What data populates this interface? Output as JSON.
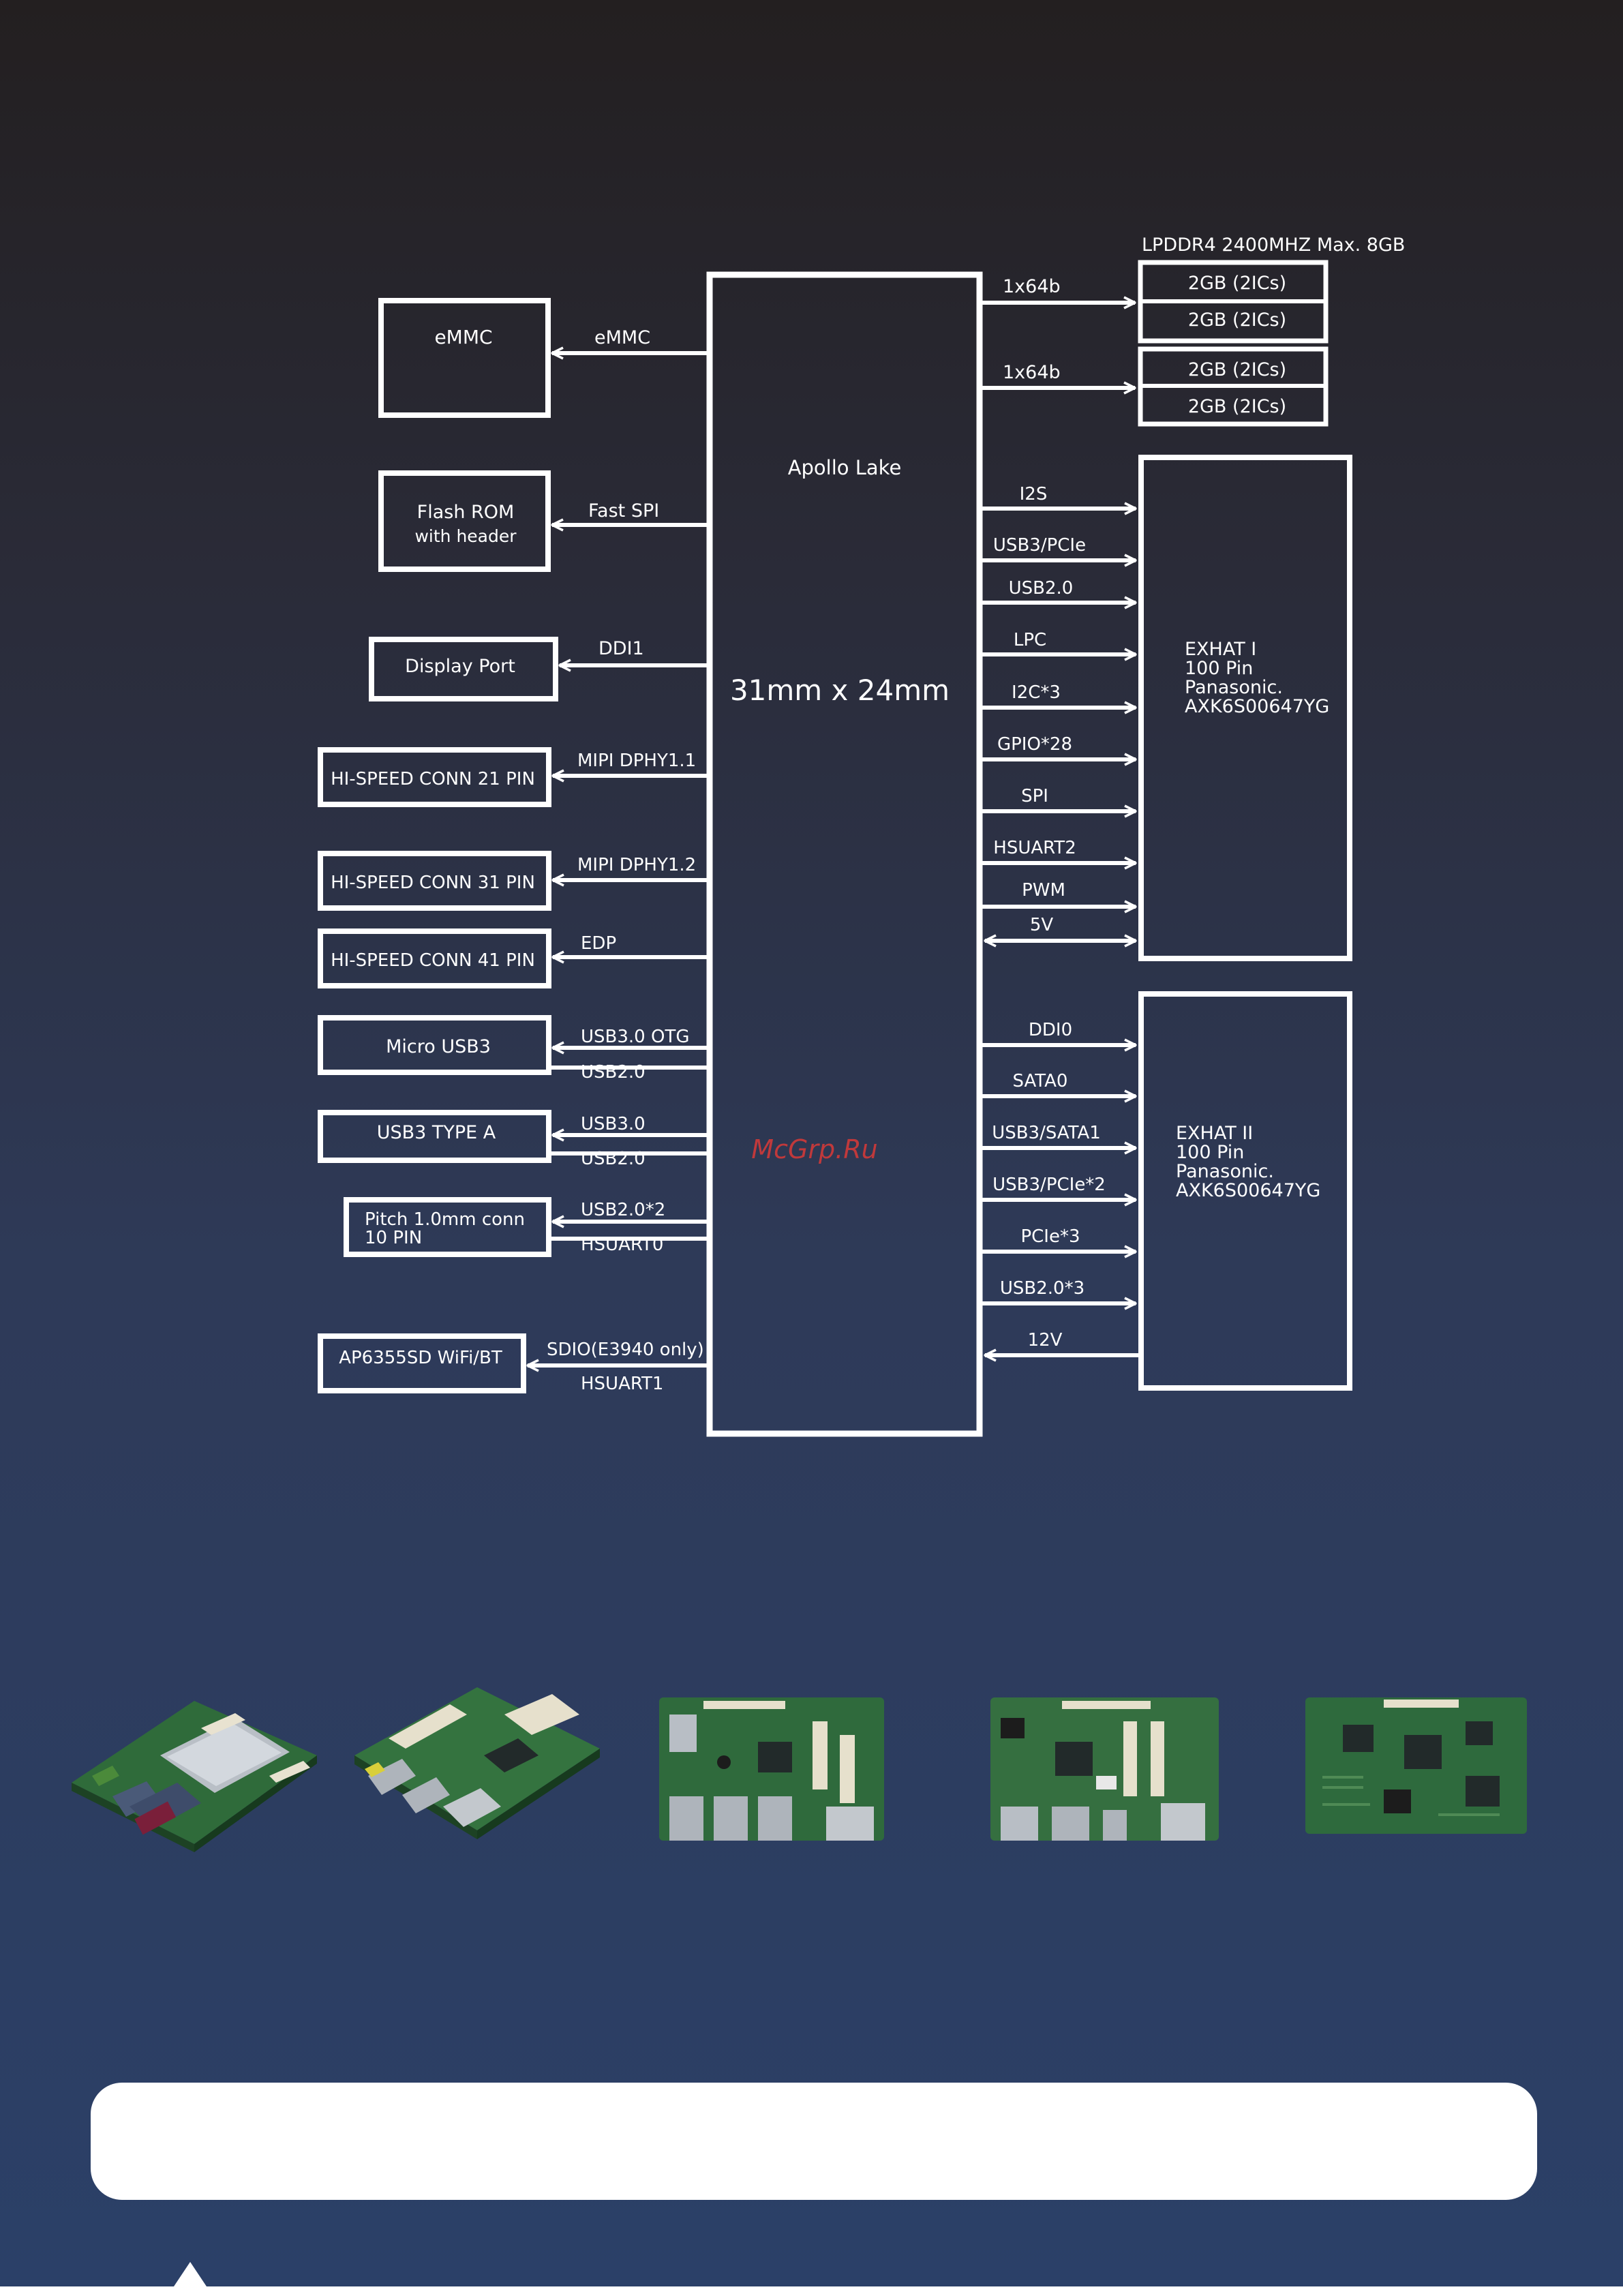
{
  "diagram": {
    "cpu_title": "Apollo Lake",
    "cpu_size": "31mm x 24mm",
    "memory_label": "LPDDR4 2400MHZ Max. 8GB",
    "watermark": "McGrp.Ru",
    "memory_banks": [
      {
        "bus": "1x64b",
        "chips": [
          "2GB (2ICs)",
          "2GB (2ICs)"
        ]
      },
      {
        "bus": "1x64b",
        "chips": [
          "2GB (2ICs)",
          "2GB (2ICs)"
        ]
      }
    ],
    "left_blocks": [
      {
        "name": "emmc",
        "lines": [
          "eMMC"
        ],
        "signals": [
          "eMMC"
        ]
      },
      {
        "name": "flash-rom",
        "lines": [
          "Flash ROM",
          "with header"
        ],
        "signals": [
          "Fast SPI"
        ]
      },
      {
        "name": "display-port",
        "lines": [
          "Display Port"
        ],
        "signals": [
          "DDI1"
        ]
      },
      {
        "name": "hispeed-conn-21",
        "lines": [
          "HI-SPEED CONN 21 PIN"
        ],
        "signals": [
          "MIPI DPHY1.1"
        ]
      },
      {
        "name": "hispeed-conn-31",
        "lines": [
          "HI-SPEED CONN 31 PIN"
        ],
        "signals": [
          "MIPI DPHY1.2"
        ]
      },
      {
        "name": "hispeed-conn-41",
        "lines": [
          "HI-SPEED CONN 41 PIN"
        ],
        "signals": [
          "EDP"
        ]
      },
      {
        "name": "micro-usb3",
        "lines": [
          "Micro USB3"
        ],
        "signals": [
          "USB3.0 OTG",
          "USB2.0"
        ]
      },
      {
        "name": "usb3-type-a",
        "lines": [
          "USB3 TYPE A"
        ],
        "signals": [
          "USB3.0",
          "USB2.0"
        ]
      },
      {
        "name": "pitch-conn",
        "lines": [
          "Pitch 1.0mm conn",
          "10 PIN"
        ],
        "signals": [
          "USB2.0*2",
          "HSUART0"
        ]
      },
      {
        "name": "wifi-bt",
        "lines": [
          "AP6355SD WiFi/BT"
        ],
        "signals": [
          "SDIO(E3940 only)",
          "HSUART1"
        ]
      }
    ],
    "exhat1": {
      "lines": [
        "EXHAT I",
        "100 Pin",
        "Panasonic.",
        "AXK6S00647YG"
      ],
      "signals": [
        "I2S",
        "USB3/PCIe",
        "USB2.0",
        "LPC",
        "I2C*3",
        "GPIO*28",
        "SPI",
        "HSUART2",
        "PWM",
        "5V"
      ]
    },
    "exhat2": {
      "lines": [
        "EXHAT II",
        "100 Pin",
        "Panasonic.",
        "AXK6S00647YG"
      ],
      "signals": [
        "DDI0",
        "SATA0",
        "USB3/SATA1",
        "USB3/PCIe*2",
        "PCIe*3",
        "USB2.0*3",
        "12V"
      ]
    }
  }
}
